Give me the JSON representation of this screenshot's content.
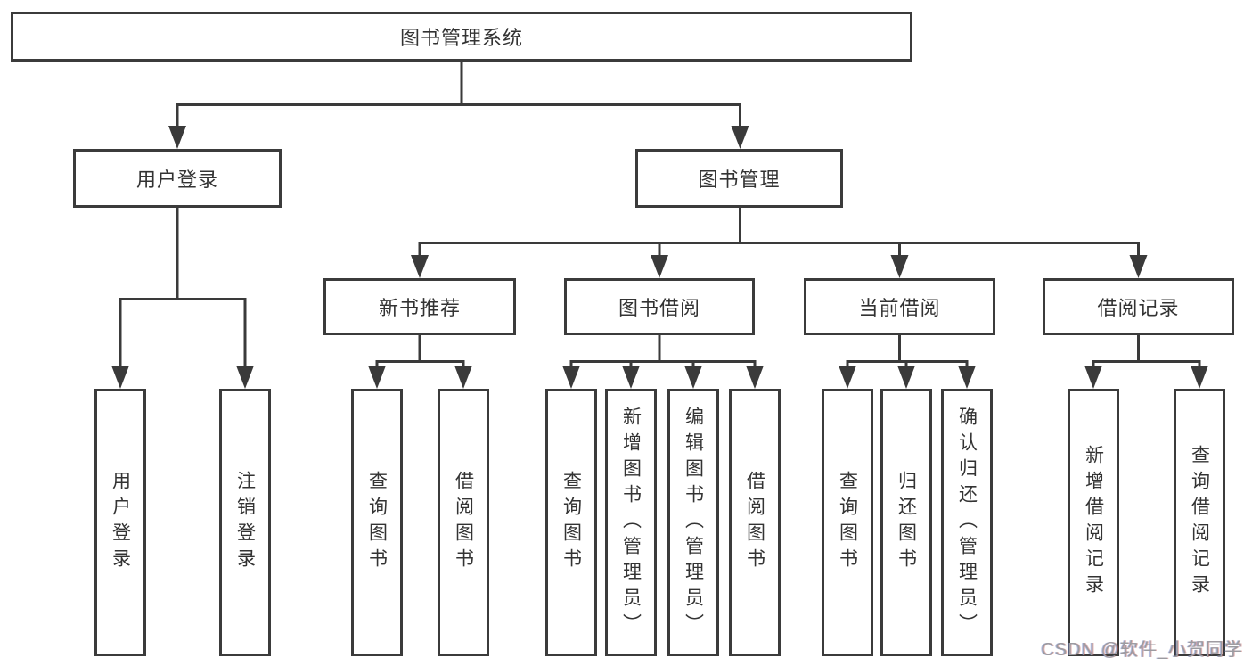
{
  "diagram_type": "hierarchy-tree",
  "colors": {
    "line": "#3a3a3a",
    "box_border": "#3b3b3b",
    "text": "#333333",
    "background": "#ffffff",
    "watermark_text_color": "#9b9ba0"
  },
  "tree": {
    "label": "图书管理系统",
    "children": [
      {
        "label": "用户登录",
        "children": [
          {
            "label": "用户登录"
          },
          {
            "label": "注销登录"
          }
        ]
      },
      {
        "label": "图书管理",
        "children": [
          {
            "label": "新书推荐",
            "children": [
              {
                "label": "查询图书"
              },
              {
                "label": "借阅图书"
              }
            ]
          },
          {
            "label": "图书借阅",
            "children": [
              {
                "label": "查询图书"
              },
              {
                "label": "新增图书（管理员）"
              },
              {
                "label": "编辑图书（管理员）"
              },
              {
                "label": "借阅图书"
              }
            ]
          },
          {
            "label": "当前借阅",
            "children": [
              {
                "label": "查询图书"
              },
              {
                "label": "归还图书"
              },
              {
                "label": "确认归还（管理员）"
              }
            ]
          },
          {
            "label": "借阅记录",
            "children": [
              {
                "label": "新增借阅记录"
              },
              {
                "label": "查询借阅记录"
              }
            ]
          }
        ]
      }
    ]
  },
  "watermark": {
    "text": "CSDN @软件_小贺同学"
  }
}
